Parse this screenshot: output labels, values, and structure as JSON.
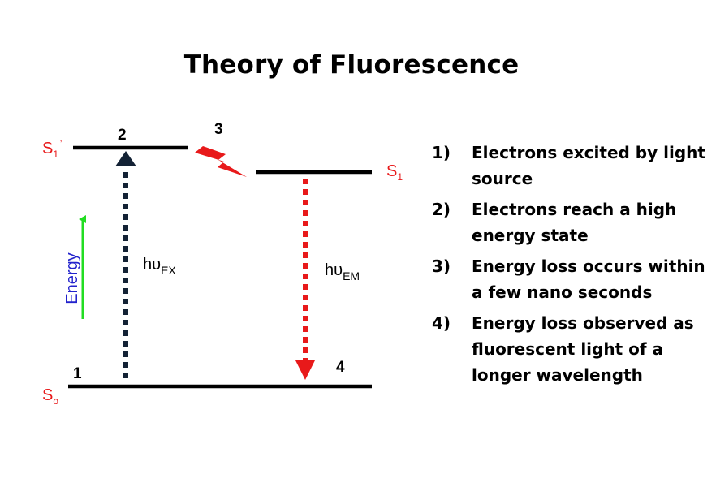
{
  "title": "Theory of Fluorescence",
  "colors": {
    "level_line": "#000000",
    "state_label": "#e8191a",
    "excitation_arrow": "#132235",
    "emission_arrow": "#e8191a",
    "energy_arrow": "#22dd22",
    "energy_label": "#2222cc",
    "lightning": "#e8191a"
  },
  "levels": {
    "s1_prime": {
      "main": "S",
      "sub": "1",
      "sup": "’"
    },
    "s1": {
      "main": "S",
      "sub": "1"
    },
    "s0": {
      "main": "S",
      "sub": "o"
    }
  },
  "markers": [
    "1",
    "2",
    "3",
    "4"
  ],
  "arrows": {
    "energy_label": "Energy",
    "excitation": {
      "main": "hυ",
      "sub": "EX"
    },
    "emission": {
      "main": "hυ",
      "sub": "EM"
    }
  },
  "icons": {
    "lightning": "lightning-bolt-icon"
  },
  "steps": [
    {
      "num": "1)",
      "text": "Electrons excited by light source"
    },
    {
      "num": "2)",
      "text": "Electrons reach a high energy state"
    },
    {
      "num": "3)",
      "text": "Energy loss occurs within a few nano seconds"
    },
    {
      "num": "4)",
      "text": "Energy loss observed as fluorescent light of a longer wavelength"
    }
  ]
}
